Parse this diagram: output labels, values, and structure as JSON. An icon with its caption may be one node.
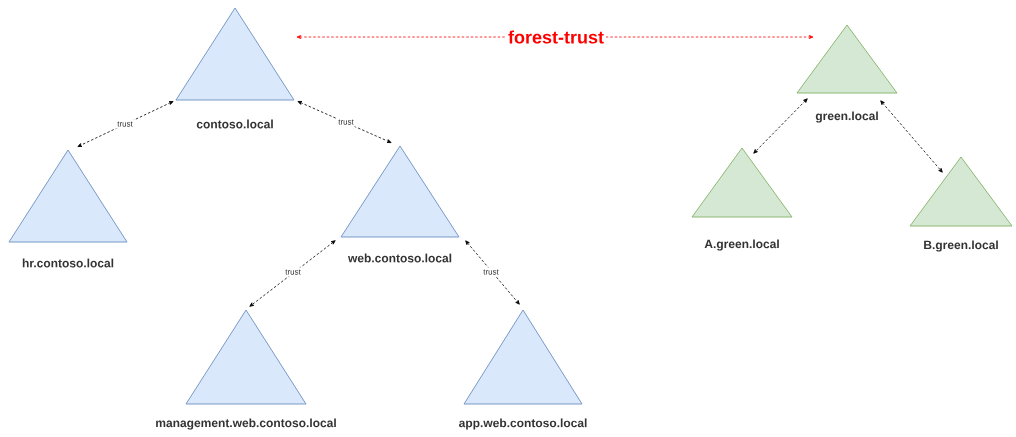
{
  "diagram": {
    "nodes": [
      {
        "text": [
          "contoso.local"
        ]
      },
      {
        "text": [
          "hr.contoso.local"
        ]
      },
      {
        "text": [
          "web.contoso.local"
        ]
      },
      {
        "text": [
          "management.web.contoso.local"
        ]
      },
      {
        "text": [
          "app.web.contoso.local"
        ]
      },
      {
        "text": [
          "green.local"
        ]
      },
      {
        "text": [
          "A.green.local"
        ]
      },
      {
        "text": [
          "B.green.local"
        ]
      }
    ],
    "edges": [
      {
        "from": 0,
        "to": 1,
        "arrow": "both",
        "label": "trust",
        "style": "dashed"
      },
      {
        "from": 0,
        "to": 2,
        "arrow": "both",
        "label": "trust",
        "style": "dashed"
      },
      {
        "from": 2,
        "to": 3,
        "arrow": "both",
        "label": "trust",
        "style": "dashed"
      },
      {
        "from": 2,
        "to": 4,
        "arrow": "both",
        "label": "trust",
        "style": "dashed"
      },
      {
        "from": 0,
        "to": 5,
        "arrow": "both",
        "label": "forest-trust",
        "style": "dashed",
        "color": "#ff0000"
      },
      {
        "from": 5,
        "to": 6,
        "arrow": "both",
        "style": "dashed"
      },
      {
        "from": 5,
        "to": 7,
        "arrow": "both",
        "style": "dashed"
      }
    ]
  }
}
